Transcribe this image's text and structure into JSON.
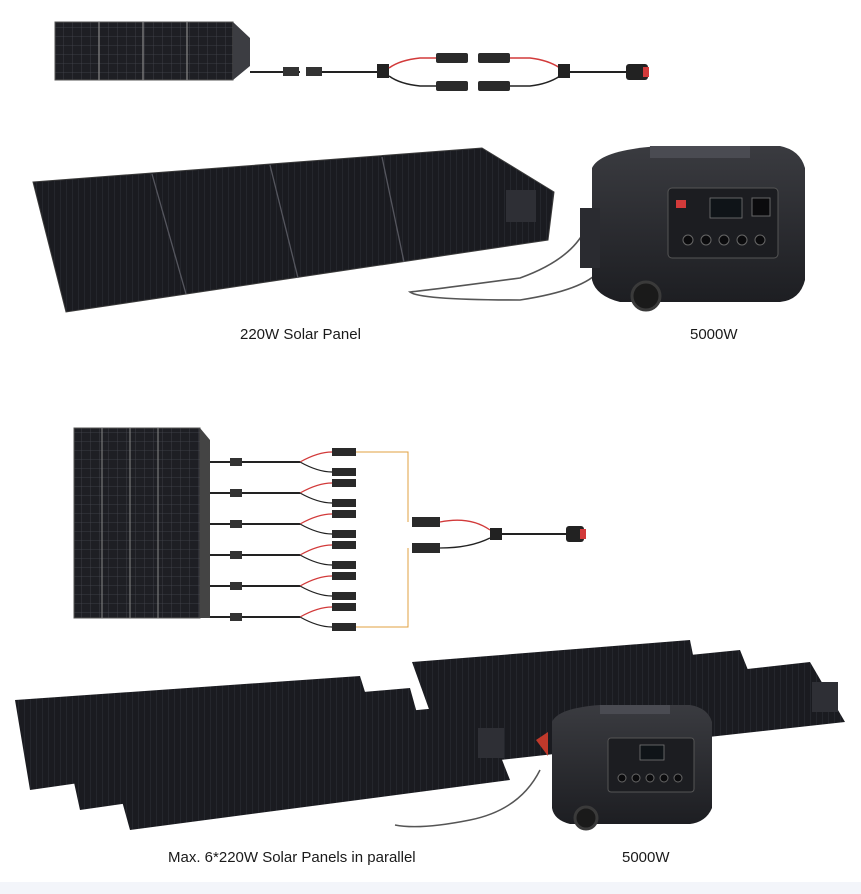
{
  "captions": {
    "single_panel": "220W Solar Panel",
    "single_station": "5000W",
    "parallel_panels": "Max. 6*220W Solar Panels in parallel",
    "parallel_station": "5000W"
  },
  "colors": {
    "panel": "#1c1d22",
    "cell_grid": "#3a3c44",
    "cable": "#222222",
    "wire_red": "#d23a3a",
    "wire_orange": "#e0a040",
    "station_body": "#2b2c30",
    "background": "#ffffff"
  },
  "icons": [
    "folded-solar-panel",
    "y-branch-connector",
    "solar-panel",
    "power-station",
    "anderson-connector"
  ]
}
